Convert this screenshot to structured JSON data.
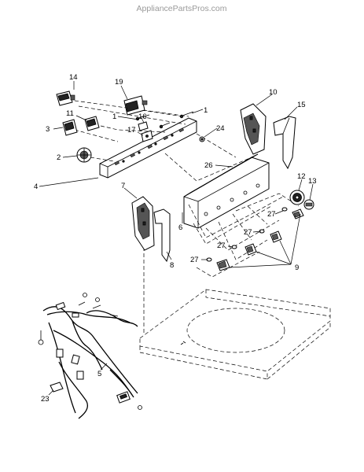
{
  "watermark": "AppliancePartsPros.com",
  "labels": [
    {
      "id": "14",
      "text": "14"
    },
    {
      "id": "19",
      "text": "19"
    },
    {
      "id": "1a",
      "text": "1"
    },
    {
      "id": "1b",
      "text": "1"
    },
    {
      "id": "16",
      "text": "16"
    },
    {
      "id": "11",
      "text": "11"
    },
    {
      "id": "3",
      "text": "3"
    },
    {
      "id": "17",
      "text": "17"
    },
    {
      "id": "24",
      "text": "24"
    },
    {
      "id": "10",
      "text": "10"
    },
    {
      "id": "15",
      "text": "15"
    },
    {
      "id": "2",
      "text": "2"
    },
    {
      "id": "26",
      "text": "26"
    },
    {
      "id": "4",
      "text": "4"
    },
    {
      "id": "7",
      "text": "7"
    },
    {
      "id": "12",
      "text": "12"
    },
    {
      "id": "13",
      "text": "13"
    },
    {
      "id": "27a",
      "text": "27"
    },
    {
      "id": "6",
      "text": "6"
    },
    {
      "id": "27b",
      "text": "27"
    },
    {
      "id": "27c",
      "text": "27"
    },
    {
      "id": "8",
      "text": "8"
    },
    {
      "id": "27d",
      "text": "27"
    },
    {
      "id": "9",
      "text": "9"
    },
    {
      "id": "5",
      "text": "5"
    },
    {
      "id": "23",
      "text": "23"
    }
  ]
}
